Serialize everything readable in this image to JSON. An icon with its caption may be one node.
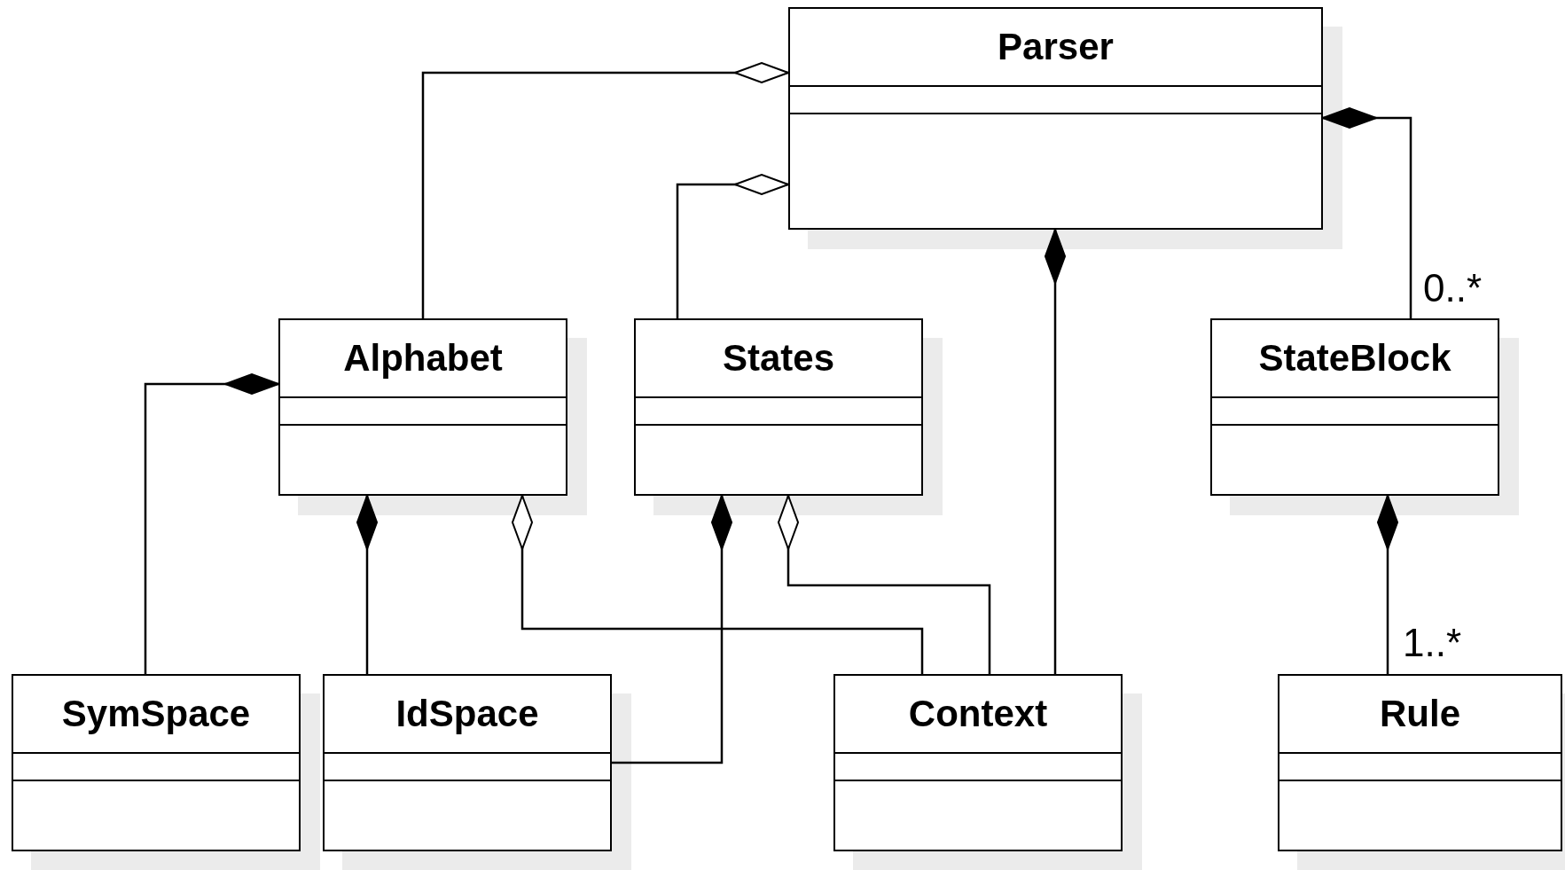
{
  "diagram": {
    "nodes": [
      {
        "text": [
          "Parser"
        ]
      },
      {
        "text": [
          "Alphabet"
        ]
      },
      {
        "text": [
          "States"
        ]
      },
      {
        "text": [
          "StateBlock"
        ]
      },
      {
        "text": [
          "SymSpace"
        ]
      },
      {
        "text": [
          "IdSpace"
        ]
      },
      {
        "text": [
          "Context"
        ]
      },
      {
        "text": [
          "Rule"
        ]
      }
    ],
    "edges": [
      {
        "from": 1,
        "to": 0,
        "arrow": "other"
      },
      {
        "from": 2,
        "to": 0,
        "arrow": "other"
      },
      {
        "from": 3,
        "to": 0,
        "arrow": "other",
        "label": "0..*"
      },
      {
        "from": 6,
        "to": 0,
        "arrow": "other"
      },
      {
        "from": 4,
        "to": 1,
        "arrow": "other"
      },
      {
        "from": 5,
        "to": 1,
        "arrow": "other"
      },
      {
        "from": 6,
        "to": 1,
        "arrow": "other"
      },
      {
        "from": 5,
        "to": 2,
        "arrow": "other"
      },
      {
        "from": 6,
        "to": 2,
        "arrow": "other"
      },
      {
        "from": 7,
        "to": 3,
        "arrow": "other",
        "label": "1..*"
      }
    ]
  }
}
